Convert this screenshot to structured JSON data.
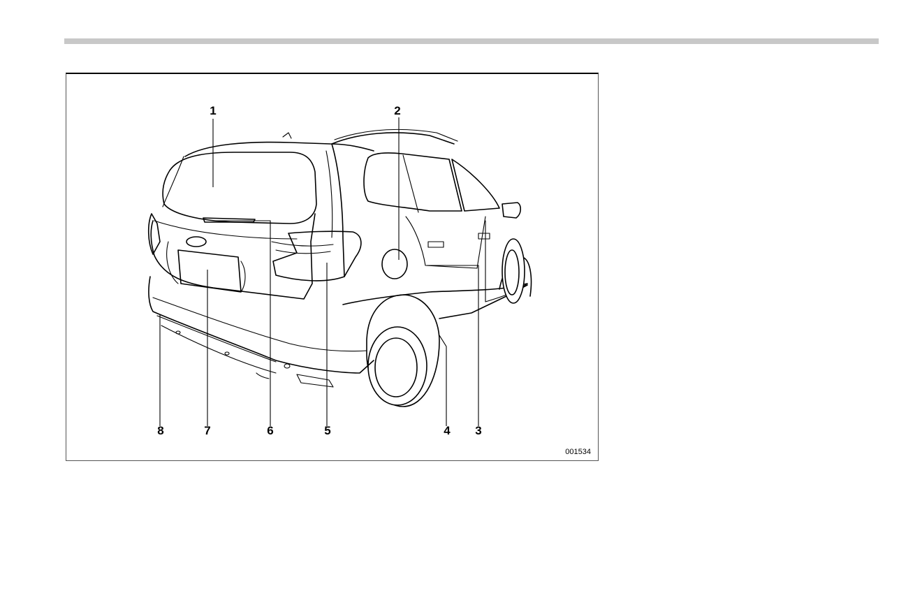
{
  "figure": {
    "id": "001534",
    "callouts": [
      {
        "num": "1"
      },
      {
        "num": "2"
      },
      {
        "num": "3"
      },
      {
        "num": "4"
      },
      {
        "num": "5"
      },
      {
        "num": "6"
      },
      {
        "num": "7"
      },
      {
        "num": "8"
      }
    ]
  }
}
